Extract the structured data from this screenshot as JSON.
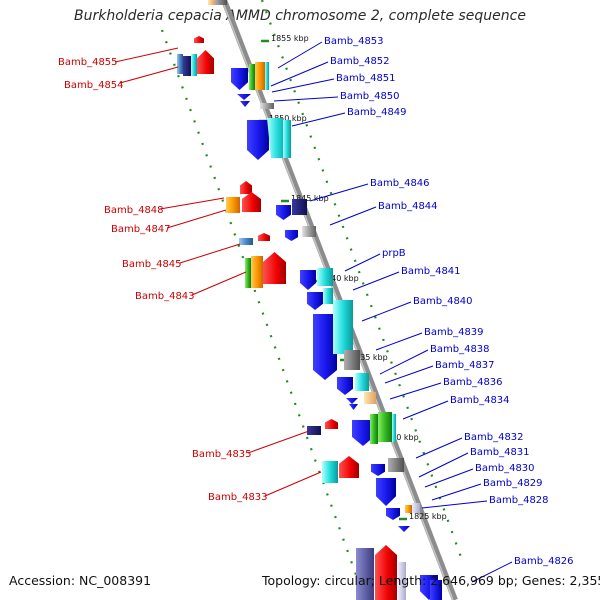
{
  "title": "Burkholderia cepacia AMMD chromosome 2, complete sequence",
  "footer": {
    "accession": "Accession: NC_008391",
    "summary": "Topology: circular; Length: 2,646,969 bp; Genes: 2,355"
  },
  "scale_ticks": [
    "1855 kbp",
    "1850 kbp",
    "1845 kbp",
    "1840 kbp",
    "1835 kbp",
    "1830 kbp",
    "1825 kbp"
  ],
  "left_genes": [
    "Bamb_4855",
    "Bamb_4854",
    "Bamb_4848",
    "Bamb_4847",
    "Bamb_4845",
    "Bamb_4843",
    "Bamb_4835",
    "Bamb_4833"
  ],
  "right_genes": [
    "Bamb_4853",
    "Bamb_4852",
    "Bamb_4851",
    "Bamb_4850",
    "Bamb_4849",
    "Bamb_4846",
    "Bamb_4844",
    "prpB",
    "Bamb_4841",
    "Bamb_4840",
    "Bamb_4839",
    "Bamb_4838",
    "Bamb_4837",
    "Bamb_4836",
    "Bamb_4834",
    "Bamb_4832",
    "Bamb_4831",
    "Bamb_4830",
    "Bamb_4829",
    "Bamb_4828",
    "Bamb_4826"
  ],
  "colors": {
    "left_label": "#cc0000",
    "right_label": "#0000cc",
    "axis": "#8c8c8c",
    "dotted_track": "#228b22"
  }
}
